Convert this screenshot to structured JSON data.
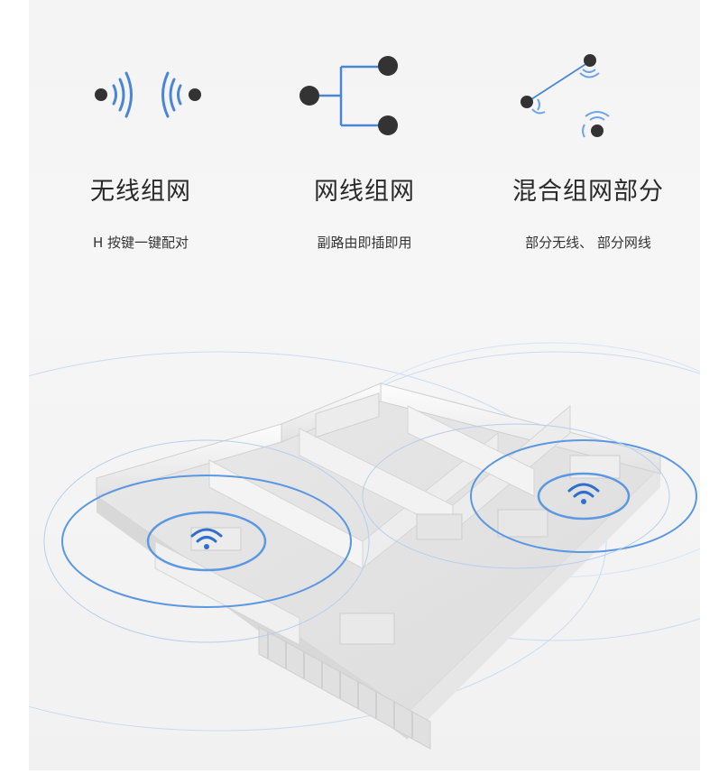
{
  "features": [
    {
      "title": "无线组网",
      "subtitle": "H 按键一键配对",
      "icon": "wireless-signal-icon"
    },
    {
      "title": "网线组网",
      "subtitle": "副路由即插即用",
      "icon": "wired-branch-icon"
    },
    {
      "title": "混合组网部分",
      "subtitle": "部分无线、 部分网线",
      "icon": "hybrid-network-icon"
    }
  ],
  "colors": {
    "accent": "#4a86d6",
    "dot": "#333333",
    "ring": "#6ea3e6"
  }
}
